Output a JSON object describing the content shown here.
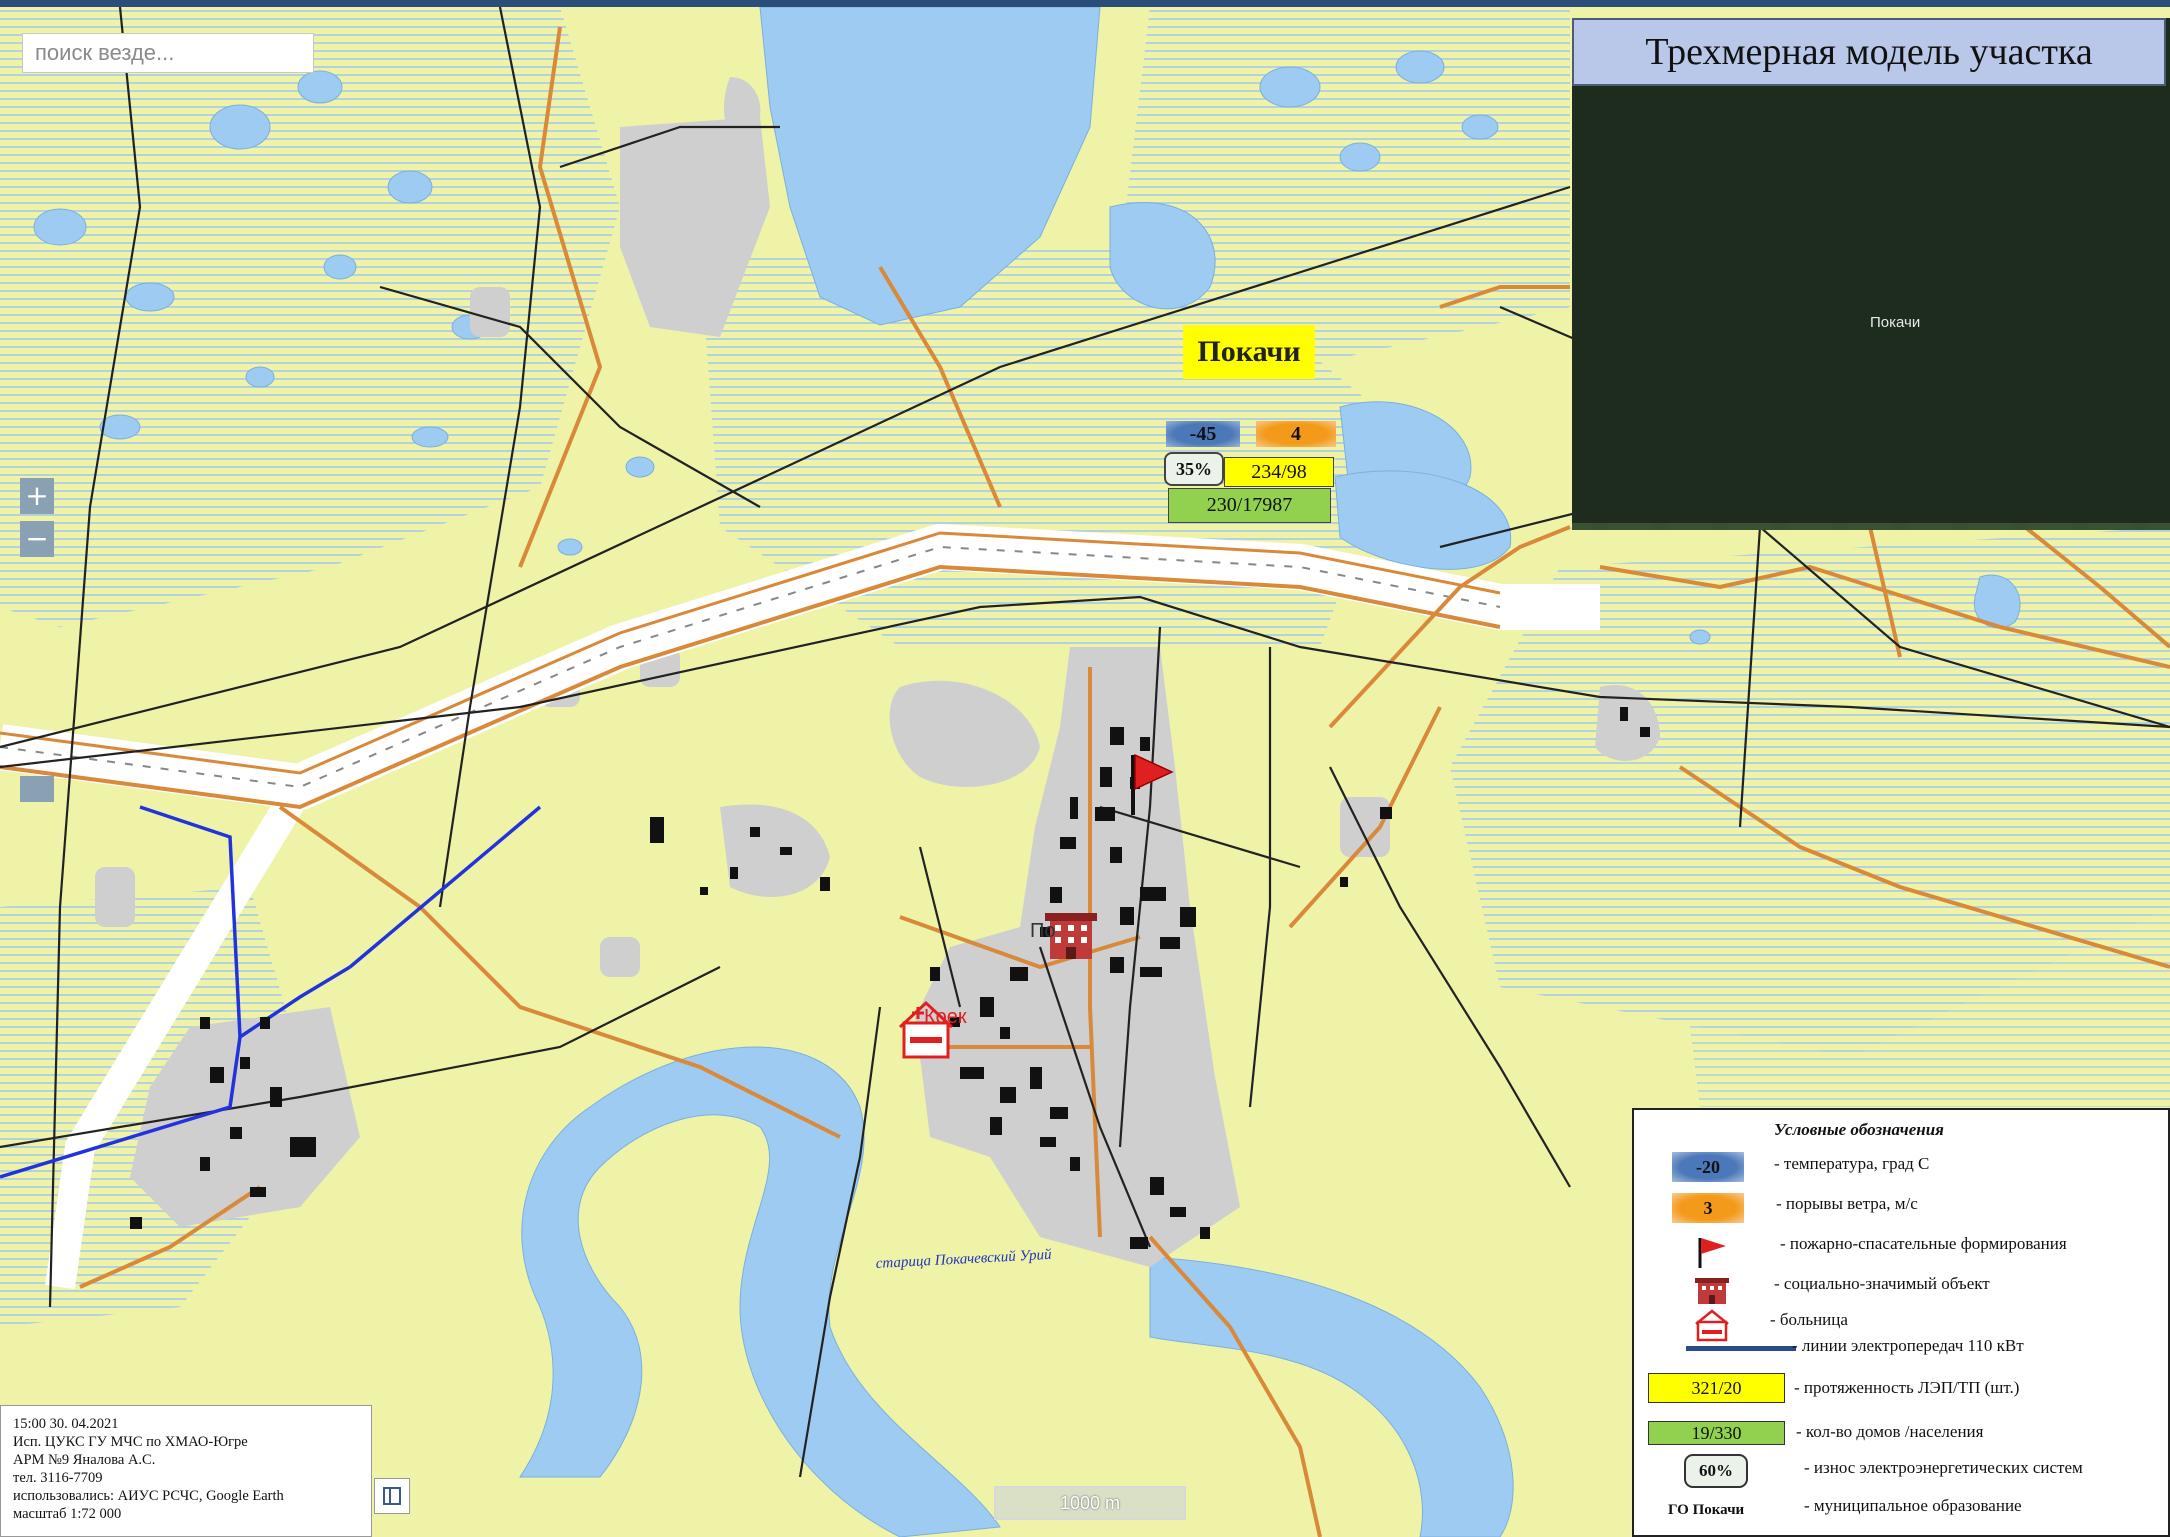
{
  "search": {
    "placeholder": "поиск везде..."
  },
  "zoom": {
    "in_label": "+",
    "out_label": "−"
  },
  "panel3d": {
    "title": "Трехмерная модель участка",
    "place_label": "Покачи"
  },
  "city": {
    "name": "Покачи",
    "temperature": "-45",
    "wind_gusts": "4",
    "wear": "35%",
    "power_lines": "234/98",
    "houses_population": "230/17987"
  },
  "map_labels": {
    "settlement_short": "По",
    "hospital_label": "Коек",
    "river_label": "старица Покачевский Урий"
  },
  "scale": {
    "label": "1000 m"
  },
  "info": {
    "line1": "15:00 30. 04.2021",
    "line2": "Исп. ЦУКС ГУ МЧС по ХМАО-Югре",
    "line3": "АРМ №9 Яналова А.С.",
    "line4": "тел. 3116-7709",
    "line5": "использовались: АИУС РСЧС, Google Earth",
    "line6": "масштаб 1:72 000"
  },
  "legend": {
    "title": "Условные обозначения",
    "temp_sample": "-20",
    "temp_text": "- температура, град С",
    "wind_sample": "3",
    "wind_text": "- порывы ветра, м/с",
    "fire_text": "- пожарно-спасательные формирования",
    "social_text": "- социально-значимый объект",
    "hospital_text": "- больница",
    "powerline_text": "- линии электропередач 110 кВт",
    "lep_sample": "321/20",
    "lep_text": "- протяженность ЛЭП/ТП (шт.)",
    "houses_sample": "19/330",
    "houses_text": "- кол-во домов /населения",
    "wear_sample": "60%",
    "wear_text": "- износ электроэнергетических систем",
    "go_sample": "ГО Покачи",
    "go_text": "- муниципальное образование"
  },
  "colors": {
    "land": "#eef3a8",
    "water": "#9ecbf2",
    "urban": "#cfcfcf",
    "road": "#d9893a",
    "powerline": "#2b4a8a",
    "legend_yellow": "#ffff00",
    "legend_green": "#92d050"
  }
}
